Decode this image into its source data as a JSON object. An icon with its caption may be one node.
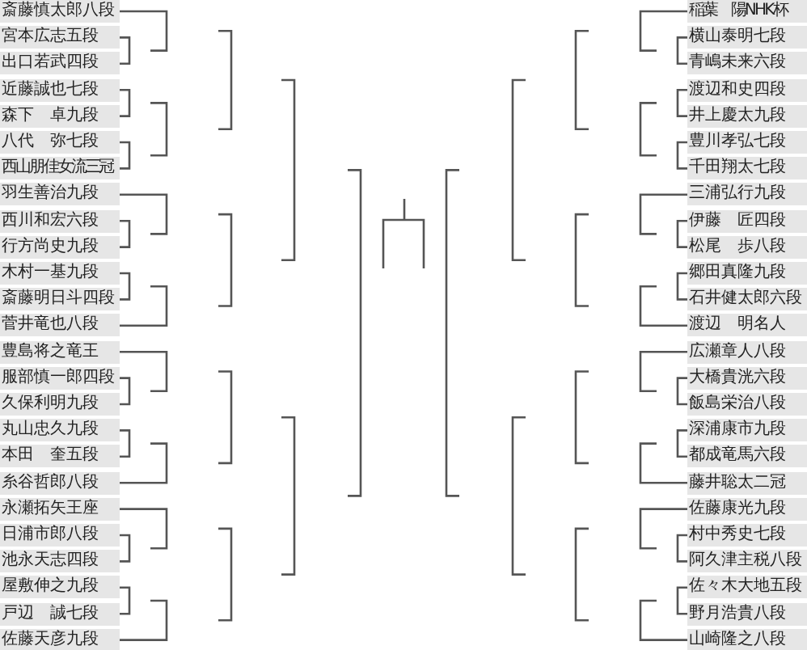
{
  "diagram": {
    "nodes": [
      {
        "text": [
          "斎藤慎太郎八段"
        ]
      },
      {
        "text": [
          "宮本広志五段"
        ]
      },
      {
        "text": [
          "出口若武四段"
        ]
      },
      {
        "text": [
          "近藤誠也七段"
        ]
      },
      {
        "text": [
          "森下　卓九段"
        ]
      },
      {
        "text": [
          "八代　弥七段"
        ]
      },
      {
        "text": [
          "西山朋佳女流三冠"
        ]
      },
      {
        "text": [
          "羽生善治九段"
        ]
      },
      {
        "text": [
          "西川和宏六段"
        ]
      },
      {
        "text": [
          "行方尚史九段"
        ]
      },
      {
        "text": [
          "木村一基九段"
        ]
      },
      {
        "text": [
          "斎藤明日斗四段"
        ]
      },
      {
        "text": [
          "菅井竜也八段"
        ]
      },
      {
        "text": [
          "豊島将之竜王"
        ]
      },
      {
        "text": [
          "服部慎一郎四段"
        ]
      },
      {
        "text": [
          "久保利明九段"
        ]
      },
      {
        "text": [
          "丸山忠久九段"
        ]
      },
      {
        "text": [
          "本田　奎五段"
        ]
      },
      {
        "text": [
          "糸谷哲郎八段"
        ]
      },
      {
        "text": [
          "永瀬拓矢王座"
        ]
      },
      {
        "text": [
          "日浦市郎八段"
        ]
      },
      {
        "text": [
          "池永天志四段"
        ]
      },
      {
        "text": [
          "屋敷伸之九段"
        ]
      },
      {
        "text": [
          "戸辺　誠七段"
        ]
      },
      {
        "text": [
          "佐藤天彦九段"
        ]
      },
      {
        "text": [
          "稲葉　陽NHK杯"
        ]
      },
      {
        "text": [
          "横山泰明七段"
        ]
      },
      {
        "text": [
          "青嶋未来六段"
        ]
      },
      {
        "text": [
          "渡辺和史四段"
        ]
      },
      {
        "text": [
          "井上慶太九段"
        ]
      },
      {
        "text": [
          "豊川孝弘七段"
        ]
      },
      {
        "text": [
          "千田翔太七段"
        ]
      },
      {
        "text": [
          "三浦弘行九段"
        ]
      },
      {
        "text": [
          "伊藤　匠四段"
        ]
      },
      {
        "text": [
          "松尾　歩八段"
        ]
      },
      {
        "text": [
          "郷田真隆九段"
        ]
      },
      {
        "text": [
          "石井健太郎六段"
        ]
      },
      {
        "text": [
          "渡辺　明名人"
        ]
      },
      {
        "text": [
          "広瀬章人八段"
        ]
      },
      {
        "text": [
          "大橋貴洸六段"
        ]
      },
      {
        "text": [
          "飯島栄治八段"
        ]
      },
      {
        "text": [
          "深浦康市九段"
        ]
      },
      {
        "text": [
          "都成竜馬六段"
        ]
      },
      {
        "text": [
          "藤井聡太二冠"
        ]
      },
      {
        "text": [
          "佐藤康光九段"
        ]
      },
      {
        "text": [
          "村中秀史七段"
        ]
      },
      {
        "text": [
          "阿久津主税八段"
        ]
      },
      {
        "text": [
          "佐々木大地五段"
        ]
      },
      {
        "text": [
          "野月浩貴八段"
        ]
      },
      {
        "text": [
          "山崎隆之八段"
        ]
      }
    ],
    "edges": [
      {
        "from": 1,
        "to": 2,
        "arrow": "none"
      },
      {
        "from": 3,
        "to": 4,
        "arrow": "none"
      },
      {
        "from": 5,
        "to": 6,
        "arrow": "none"
      },
      {
        "from": 8,
        "to": 9,
        "arrow": "none"
      },
      {
        "from": 10,
        "to": 11,
        "arrow": "none"
      },
      {
        "from": 14,
        "to": 15,
        "arrow": "none"
      },
      {
        "from": 16,
        "to": 17,
        "arrow": "none"
      },
      {
        "from": 20,
        "to": 21,
        "arrow": "none"
      },
      {
        "from": 22,
        "to": 23,
        "arrow": "none"
      },
      {
        "from": 26,
        "to": 27,
        "arrow": "none"
      },
      {
        "from": 28,
        "to": 29,
        "arrow": "none"
      },
      {
        "from": 30,
        "to": 31,
        "arrow": "none"
      },
      {
        "from": 33,
        "to": 34,
        "arrow": "none"
      },
      {
        "from": 35,
        "to": 36,
        "arrow": "none"
      },
      {
        "from": 39,
        "to": 40,
        "arrow": "none"
      },
      {
        "from": 41,
        "to": 42,
        "arrow": "none"
      },
      {
        "from": 45,
        "to": 46,
        "arrow": "none"
      },
      {
        "from": 47,
        "to": 48,
        "arrow": "none"
      }
    ]
  }
}
